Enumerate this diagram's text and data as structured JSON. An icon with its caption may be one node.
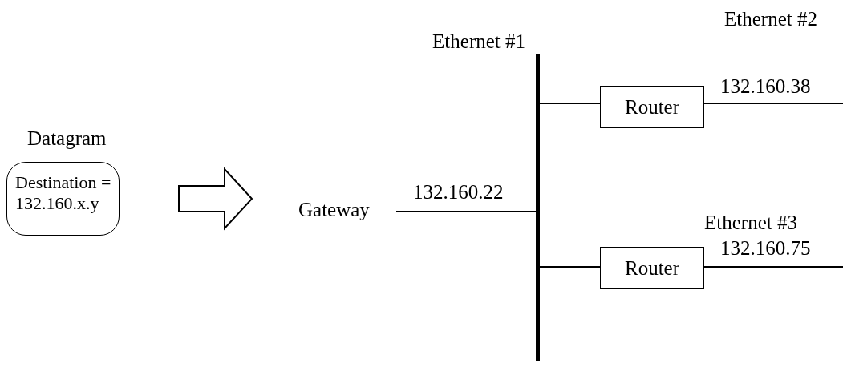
{
  "diagram": {
    "nodes": [
      {
        "text": [
          "Datagram",
          "Destination = 132.160.x.y"
        ]
      },
      {
        "text": [
          "Gateway"
        ]
      },
      {
        "text": [
          "Ethernet #1"
        ]
      },
      {
        "text": [
          "Router"
        ]
      },
      {
        "text": [
          "Router"
        ]
      }
    ],
    "edges": [
      {
        "from": 0,
        "to": 1,
        "arrow": "to",
        "style": "thick"
      },
      {
        "from": 1,
        "to": 2,
        "arrow": "none",
        "label": "132.160.22"
      },
      {
        "from": 2,
        "to": 3,
        "arrow": "none"
      },
      {
        "from": 3,
        "to": null,
        "arrow": "none",
        "label": "132.160.38"
      },
      {
        "from": 2,
        "to": 4,
        "arrow": "none"
      },
      {
        "from": 4,
        "to": null,
        "arrow": "none",
        "label": "132.160.75"
      }
    ],
    "labels": [
      "Ethernet #2",
      "Ethernet #3"
    ]
  }
}
